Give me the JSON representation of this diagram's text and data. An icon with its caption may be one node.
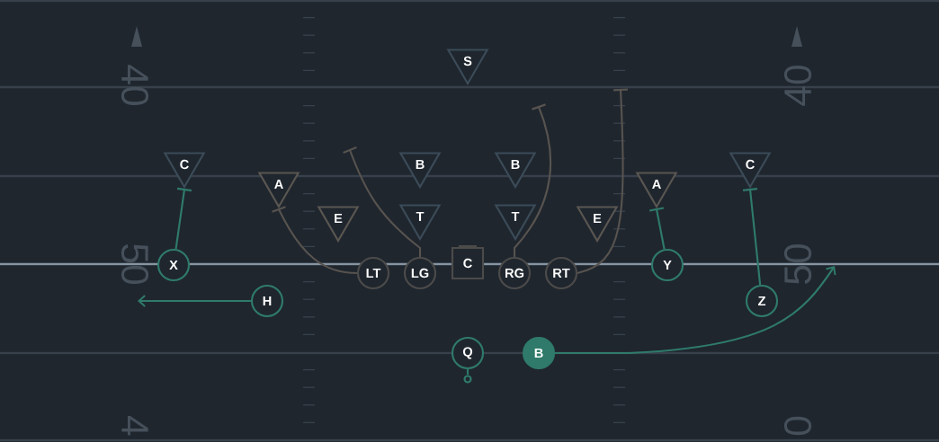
{
  "diagram": {
    "nodes": [
      {
        "text": [
          "S"
        ]
      },
      {
        "text": [
          "C"
        ]
      },
      {
        "text": [
          "B"
        ]
      },
      {
        "text": [
          "B"
        ]
      },
      {
        "text": [
          "C"
        ]
      },
      {
        "text": [
          "A"
        ]
      },
      {
        "text": [
          "A"
        ]
      },
      {
        "text": [
          "E"
        ]
      },
      {
        "text": [
          "T"
        ]
      },
      {
        "text": [
          "T"
        ]
      },
      {
        "text": [
          "E"
        ]
      },
      {
        "text": [
          "X"
        ]
      },
      {
        "text": [
          "LT"
        ]
      },
      {
        "text": [
          "LG"
        ]
      },
      {
        "text": [
          "C"
        ]
      },
      {
        "text": [
          "RG"
        ]
      },
      {
        "text": [
          "RT"
        ]
      },
      {
        "text": [
          "Y"
        ]
      },
      {
        "text": [
          "H"
        ]
      },
      {
        "text": [
          "Z"
        ]
      },
      {
        "text": [
          "Q"
        ]
      },
      {
        "text": [
          "B"
        ]
      },
      {
        "text": [],
        "shape": "circle"
      }
    ],
    "edges": [
      {
        "from": 11,
        "to": 1,
        "arrow": "other"
      },
      {
        "from": 12,
        "to": 5,
        "arrow": "other",
        "color": "#57534f"
      },
      {
        "from": 13,
        "to": null,
        "arrow": "other",
        "color": "#57534f"
      },
      {
        "from": 15,
        "to": null,
        "arrow": "other",
        "color": "#57534f"
      },
      {
        "from": 16,
        "to": null,
        "arrow": "other",
        "color": "#57534f"
      },
      {
        "from": 17,
        "to": 6,
        "arrow": "other"
      },
      {
        "from": 19,
        "to": 4,
        "arrow": "other"
      },
      {
        "from": 18,
        "to": null,
        "arrow": "to"
      },
      {
        "from": 21,
        "to": null,
        "arrow": "to"
      },
      {
        "from": 20,
        "to": 22,
        "arrow": "none"
      }
    ],
    "labels": [
      "40",
      "40",
      "50",
      "50",
      "4",
      "0"
    ]
  }
}
